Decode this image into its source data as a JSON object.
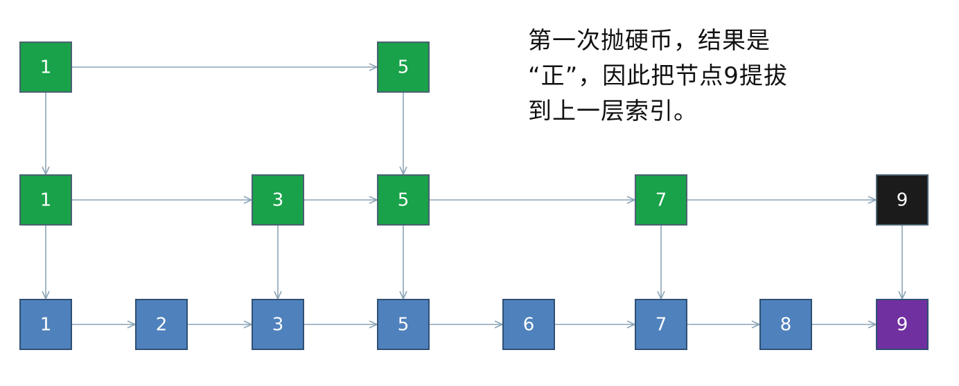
{
  "caption": {
    "lines": [
      "第一次抛硬币，结果是",
      "“正”，因此把节点9提拔",
      "到上一层索引。"
    ]
  },
  "colors": {
    "upper_node_fill": "#19a24a",
    "upper_node_stroke": "#4a6070",
    "base_node_fill": "#4f81bd",
    "base_node_stroke": "#2f4f73",
    "promoted_top_fill": "#1b1b1b",
    "promoted_base_fill": "#7030a0",
    "edge": "#8aa3b5"
  },
  "levels": [
    {
      "name": "top-level",
      "nodes": [
        {
          "label": "1",
          "col": 0,
          "style": "upper"
        },
        {
          "label": "5",
          "col": 3,
          "style": "upper"
        }
      ]
    },
    {
      "name": "middle-level",
      "nodes": [
        {
          "label": "1",
          "col": 0,
          "style": "upper"
        },
        {
          "label": "3",
          "col": 2,
          "style": "upper"
        },
        {
          "label": "5",
          "col": 3,
          "style": "upper"
        },
        {
          "label": "7",
          "col": 5,
          "style": "upper"
        },
        {
          "label": "9",
          "col": 7,
          "style": "promoted_top"
        }
      ]
    },
    {
      "name": "base-level",
      "nodes": [
        {
          "label": "1",
          "col": 0,
          "style": "base"
        },
        {
          "label": "2",
          "col": 1,
          "style": "base"
        },
        {
          "label": "3",
          "col": 2,
          "style": "base"
        },
        {
          "label": "5",
          "col": 3,
          "style": "base"
        },
        {
          "label": "6",
          "col": 4,
          "style": "base"
        },
        {
          "label": "7",
          "col": 5,
          "style": "base"
        },
        {
          "label": "8",
          "col": 6,
          "style": "base"
        },
        {
          "label": "9",
          "col": 7,
          "style": "promoted_base"
        }
      ]
    }
  ]
}
